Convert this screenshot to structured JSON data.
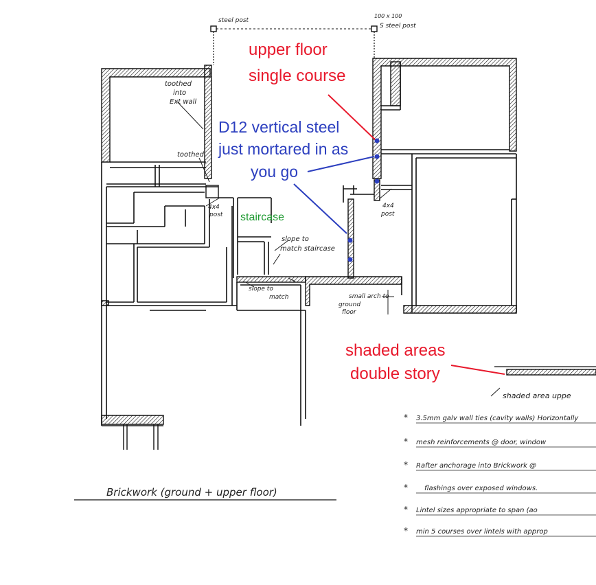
{
  "drawing": {
    "title": "Brickwork (ground + upper floor)",
    "colors": {
      "red": "#e8192c",
      "blue": "#2c3fbf",
      "green": "#1f9a32",
      "ink": "#111111"
    },
    "handwritten": {
      "steel_post_left": "steel post",
      "steel_post_right_size": "100 x 100",
      "steel_post_right": "S steel post",
      "toothed_into_ext_wall_1": "toothed",
      "toothed_into_ext_wall_2": "into",
      "toothed_into_ext_wall_3": "Ext wall",
      "toothed": "toothed",
      "post_left_1": "4x4",
      "post_left_2": "post",
      "post_right_1": "4x4",
      "post_right_2": "post",
      "slope_staircase_1": "slope to",
      "slope_staircase_2": "match staircase",
      "slope_match_1": "slope to",
      "slope_match_2": "match",
      "small_arch_1": "small arch to",
      "small_arch_2": "ground",
      "small_arch_3": "floor",
      "shaded_area": "shaded area uppe"
    },
    "annotations": {
      "upper_floor_1": "upper floor",
      "upper_floor_2": "single course",
      "d12_1": "D12 vertical steel",
      "d12_2": "just mortared in as",
      "d12_3": "you go",
      "staircase": "staircase",
      "shaded_1": "shaded areas",
      "shaded_2": "double story"
    },
    "notes": [
      "3.5mm galv wall ties (cavity walls) Horizontally",
      "mesh reinforcements @ door, window",
      "Rafter anchorage into Brickwork @",
      "flashings over exposed windows.",
      "Lintel sizes appropriate to span (ao",
      "min 5 courses over lintels with approp"
    ]
  }
}
